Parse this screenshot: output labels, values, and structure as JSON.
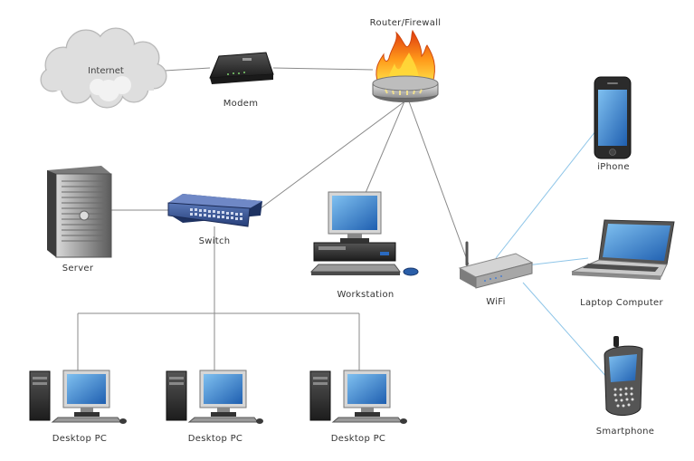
{
  "labels": {
    "internet": "Internet",
    "modem": "Modem",
    "router": "Router/Firewall",
    "iphone": "iPhone",
    "server": "Server",
    "switch": "Switch",
    "workstation": "Workstation",
    "wifi": "WiFi",
    "laptop": "Laptop Computer",
    "smartphone": "Smartphone",
    "desktop_1": "Desktop PC",
    "desktop_2": "Desktop PC",
    "desktop_3": "Desktop PC"
  },
  "colors": {
    "wired_link": "#8a8a8a",
    "wireless_link": "#8ec5e8",
    "screen_blue": "#2f7fd0",
    "flame_orange": "#f08a1c"
  }
}
